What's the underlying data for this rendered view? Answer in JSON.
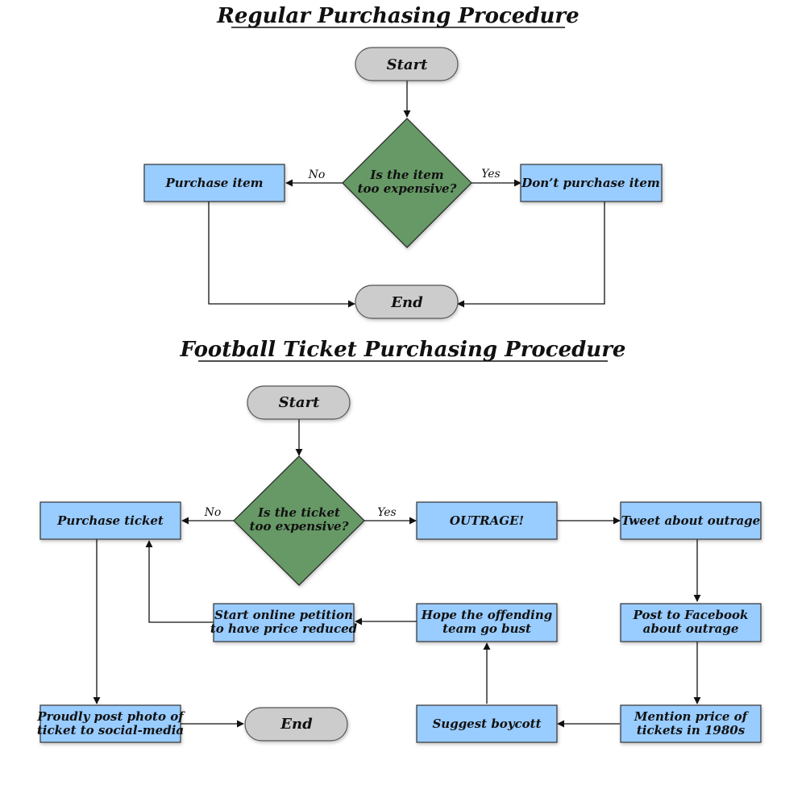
{
  "regular": {
    "title": "Regular Purchasing Procedure",
    "start": "Start",
    "decision": [
      "Is the item",
      "too expensive?"
    ],
    "purchase": "Purchase item",
    "dont_purchase": "Don’t purchase item",
    "end": "End",
    "label_no": "No",
    "label_yes": "Yes"
  },
  "football": {
    "title": "Football Ticket Purchasing Procedure",
    "start": "Start",
    "decision": [
      "Is the ticket",
      "too expensive?"
    ],
    "purchase": "Purchase ticket",
    "outrage": "OUTRAGE!",
    "tweet": "Tweet about outrage",
    "facebook": [
      "Post to Facebook",
      "about outrage"
    ],
    "mention": [
      "Mention price of",
      "tickets in 1980s"
    ],
    "boycott": "Suggest boycott",
    "hope": [
      "Hope the offending",
      "team go bust"
    ],
    "petition": [
      "Start online petition",
      "to have price reduced"
    ],
    "post_photo": [
      "Proudly post photo of",
      "ticket to social-media"
    ],
    "end": "End",
    "label_no": "No",
    "label_yes": "Yes"
  }
}
